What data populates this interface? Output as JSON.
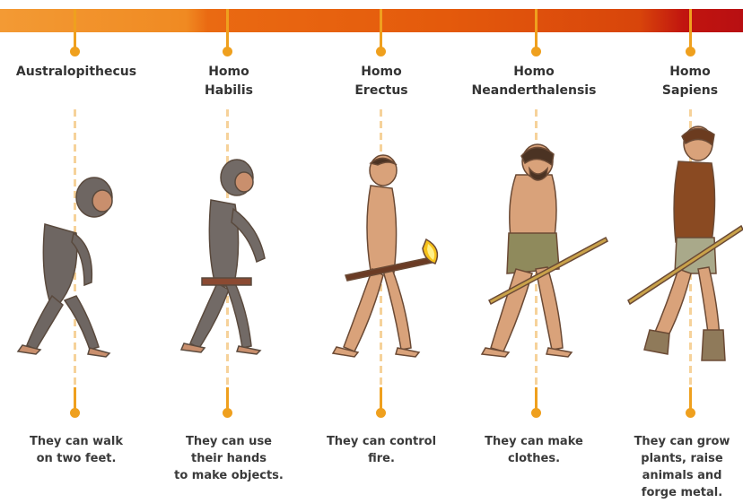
{
  "colors": {
    "timeline_start": "#f39a34",
    "timeline_mid": "#e45a0c",
    "timeline_end": "#b80f12",
    "marker": "#efa01e",
    "dashed_guide": "#f6d29a",
    "text": "#333333"
  },
  "stages": [
    {
      "name": "Australopithecus",
      "description": "They can walk\non two feet.",
      "illustration": "hunched-ape-walking"
    },
    {
      "name": "Homo\nHabilis",
      "description": "They can use\ntheir hands\nto make objects.",
      "illustration": "early-human-holding-tool"
    },
    {
      "name": "Homo\nErectus",
      "description": "They can control\nfire.",
      "illustration": "upright-human-with-torch"
    },
    {
      "name": "Homo\nNeanderthalensis",
      "description": "They can make\nclothes.",
      "illustration": "neanderthal-with-spear"
    },
    {
      "name": "Homo\nSapiens",
      "description": "They can grow\nplants, raise\nanimals and\nforge metal.",
      "illustration": "modern-human-with-staff"
    }
  ]
}
